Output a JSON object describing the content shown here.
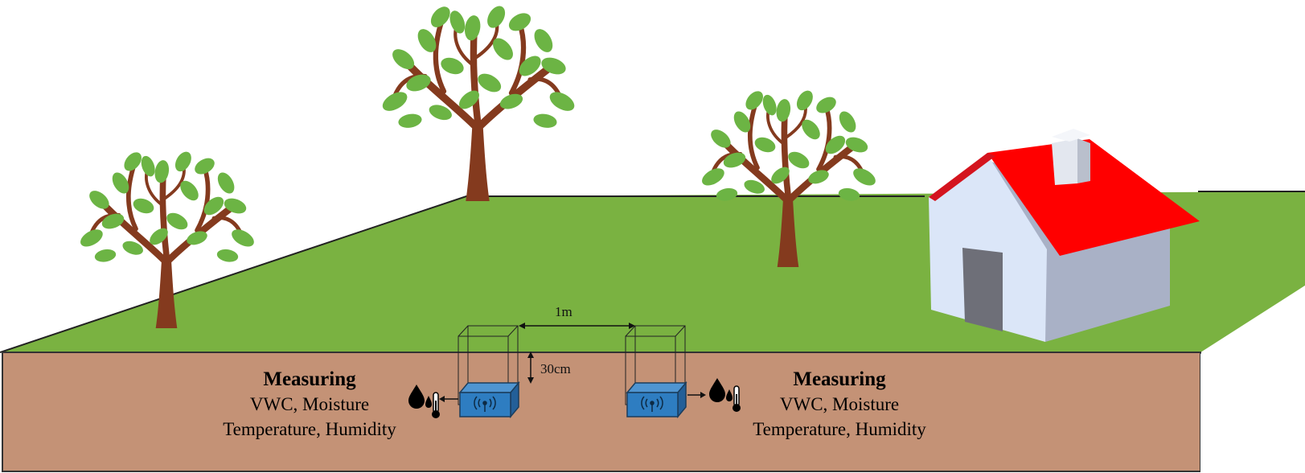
{
  "annotations": {
    "left": {
      "heading": "Measuring",
      "line1": "VWC,  Moisture",
      "line2": "Temperature,  Humidity"
    },
    "right": {
      "heading": "Measuring",
      "line1": "VWC,  Moisture",
      "line2": "Temperature,  Humidity"
    },
    "spacing_label": "1m",
    "depth_label": "30cm"
  },
  "colors": {
    "grass": "#7ab241",
    "soil": "#c49276",
    "trunk": "#843a1e",
    "leaf": "#6cb444",
    "leaf_dark": "#4e9a2f",
    "roof": "#ff0000",
    "wall_front": "#dbe6f8",
    "wall_side": "#a9b1c6",
    "door": "#6e6f78",
    "sensor": "#2e7dc1"
  },
  "icons": {
    "sensor": "wifi-signal-icon",
    "measure": "droplet-thermometer-icon"
  }
}
